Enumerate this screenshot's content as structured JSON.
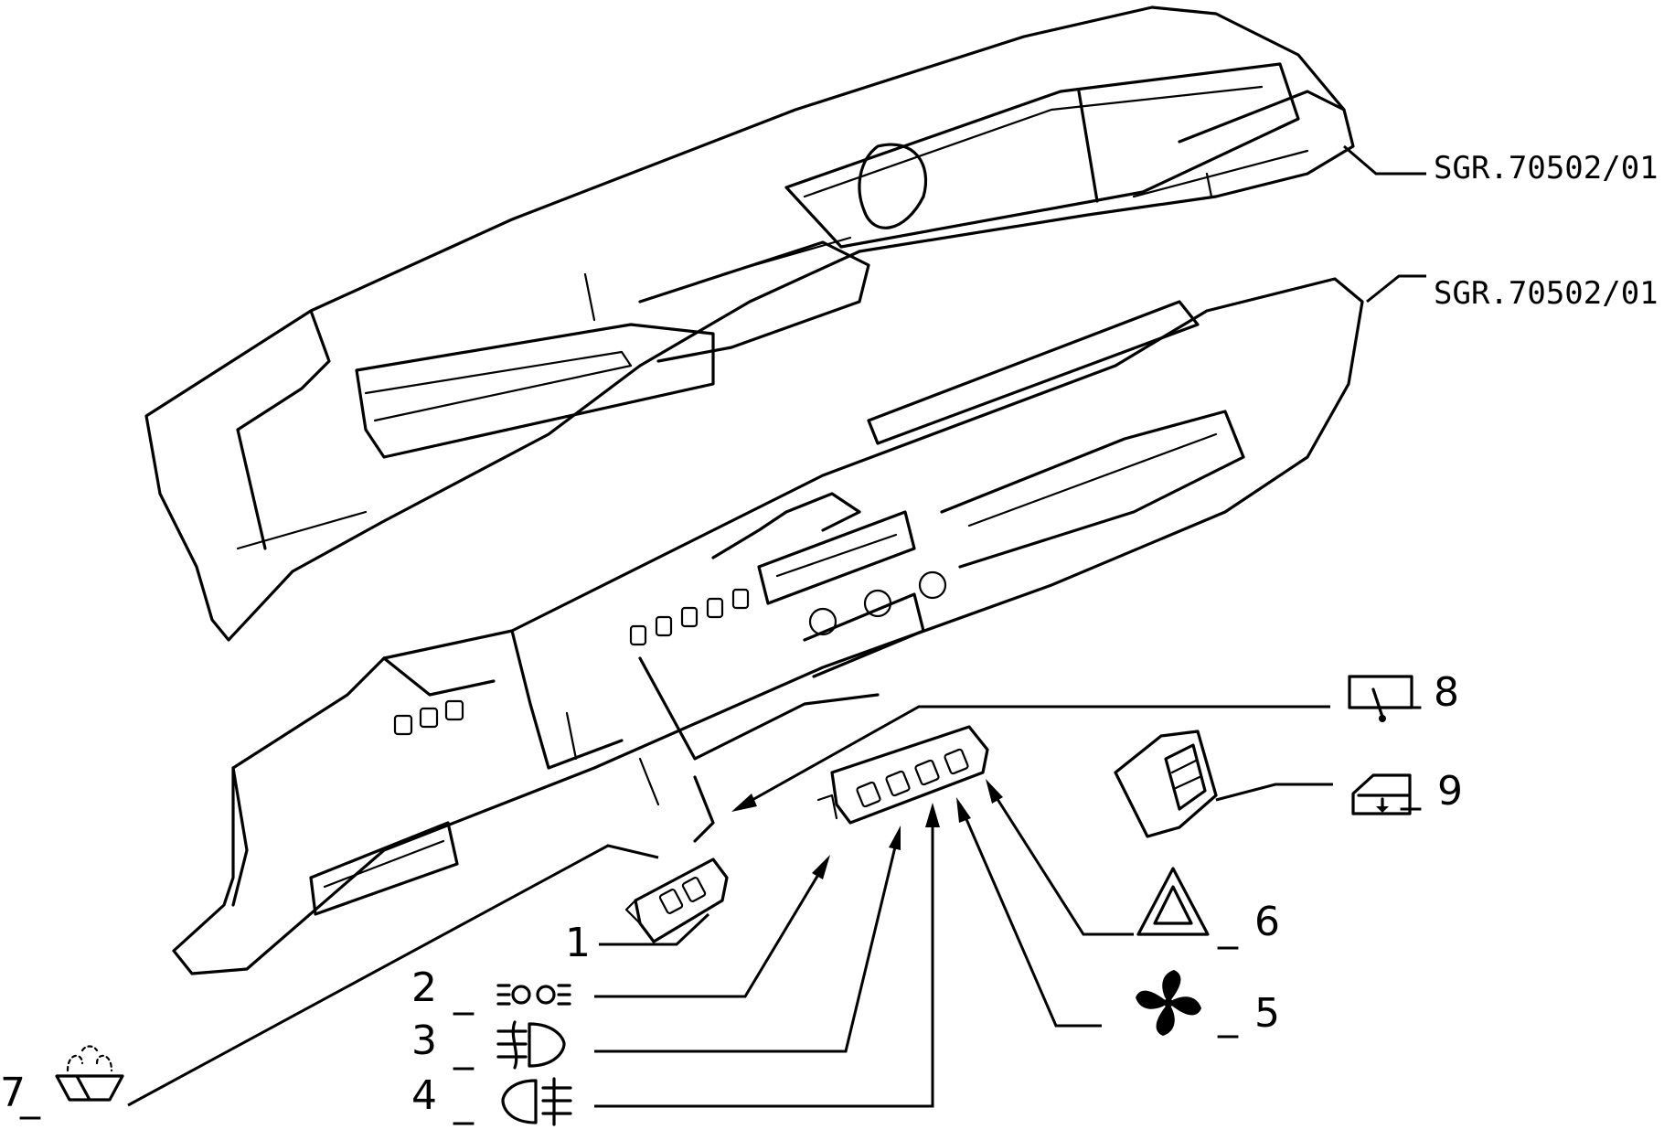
{
  "refs": {
    "upper_panel": "SGR.70502/01",
    "lower_panel": "SGR.70502/01"
  },
  "callouts": [
    {
      "number": "1",
      "icon": "switch-block-icon"
    },
    {
      "number": "2",
      "icon": "side-lights-icon"
    },
    {
      "number": "3",
      "icon": "front-fog-light-icon"
    },
    {
      "number": "4",
      "icon": "rear-fog-light-icon"
    },
    {
      "number": "5",
      "icon": "fan-icon"
    },
    {
      "number": "6",
      "icon": "hazard-warning-icon"
    },
    {
      "number": "7",
      "icon": "windscreen-washer-icon"
    },
    {
      "number": "8",
      "icon": "rear-wiper-icon"
    },
    {
      "number": "9",
      "icon": "window-lift-icon"
    }
  ],
  "dash_symbol": "_"
}
